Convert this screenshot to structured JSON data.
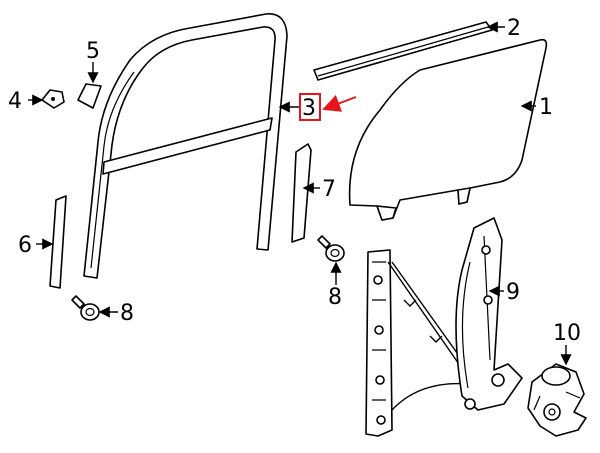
{
  "diagram": {
    "callouts": [
      {
        "id": "c1",
        "label": "1"
      },
      {
        "id": "c2",
        "label": "2"
      },
      {
        "id": "c3",
        "label": "3",
        "highlighted": true
      },
      {
        "id": "c4",
        "label": "4"
      },
      {
        "id": "c5",
        "label": "5"
      },
      {
        "id": "c6",
        "label": "6"
      },
      {
        "id": "c7",
        "label": "7"
      },
      {
        "id": "c8a",
        "label": "8"
      },
      {
        "id": "c8b",
        "label": "8"
      },
      {
        "id": "c9",
        "label": "9"
      },
      {
        "id": "c10",
        "label": "10"
      }
    ],
    "colors": {
      "line": "#000000",
      "highlight": "#e8141b",
      "background": "#ffffff"
    }
  }
}
